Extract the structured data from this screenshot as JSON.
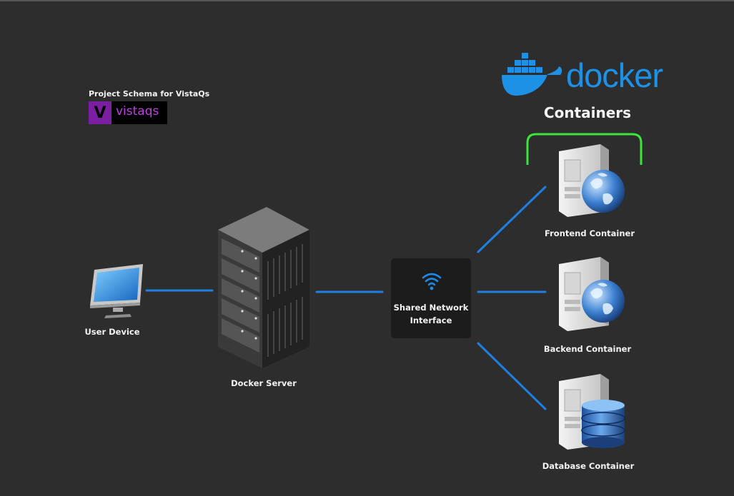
{
  "header": {
    "schema_title": "Project Schema for VistaQs",
    "brand_initial": "V",
    "brand_word": "vistaqs"
  },
  "docker": {
    "logo_text": "docker",
    "section_title": "Containers"
  },
  "nodes": {
    "user_device": "User Device",
    "docker_server": "Docker Server",
    "network_line1": "Shared Network",
    "network_line2": "Interface",
    "frontend": "Frontend Container",
    "backend": "Backend Container",
    "database": "Database Container"
  },
  "colors": {
    "background": "#2d2d2d",
    "connector": "#1e7fe0",
    "bracket": "#39e639",
    "docker_blue": "#1d91e6",
    "brand_purple": "#7b1fa2"
  },
  "icons": [
    "monitor-icon",
    "server-rack-icon",
    "wifi-icon",
    "web-server-icon",
    "database-server-icon",
    "docker-whale-icon"
  ]
}
